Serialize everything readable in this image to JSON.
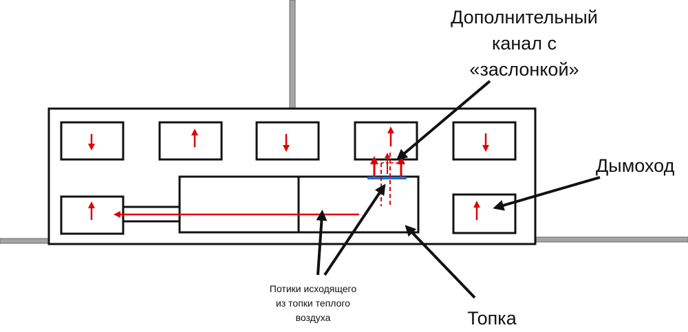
{
  "colors": {
    "outline": "#111111",
    "flow_arrow": "#e00000",
    "damper": "#1f6fd1",
    "pipe": "#9a9a9a"
  },
  "labels": {
    "extra_channel": [
      "Дополнительный",
      "канал с",
      "«заслонкой»"
    ],
    "chimney": "Дымоход",
    "warm_air_flows": [
      "Потики исходящего",
      "из топки теплого",
      "воздуха"
    ],
    "firebox": "Топка"
  },
  "channels": {
    "top_row_flow": [
      "down",
      "up",
      "down",
      "up",
      "down"
    ],
    "bottom_left_flow": "up",
    "bottom_right_flow": "up"
  }
}
